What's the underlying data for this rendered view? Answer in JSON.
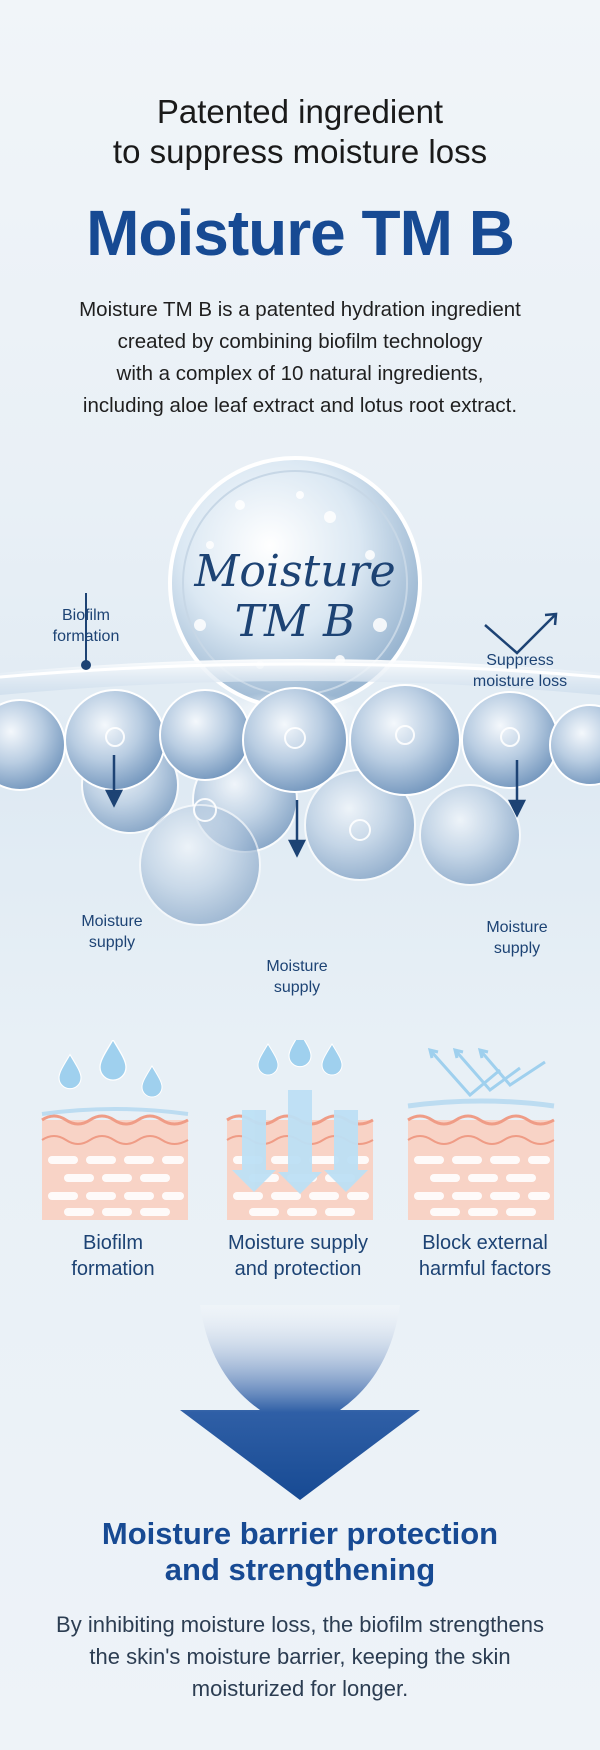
{
  "header": {
    "subtitle_line1": "Patented ingredient",
    "subtitle_line2": "to suppress moisture loss",
    "title": "Moisture TM B"
  },
  "description": [
    "Moisture TM B is a patented hydration ingredient",
    "created by combining biofilm technology",
    "with a complex of 10 natural ingredients,",
    "including aloe leaf extract and lotus root extract."
  ],
  "illustration": {
    "bubble_line1": "Moisture",
    "bubble_line2": "TM B",
    "biofilm_label_1": "Biofilm",
    "biofilm_label_2": "formation",
    "suppress_label_1": "Suppress",
    "suppress_label_2": "moisture loss",
    "supply_left_1": "Moisture",
    "supply_left_2": "supply",
    "supply_mid_1": "Moisture",
    "supply_mid_2": "supply",
    "supply_right_1": "Moisture",
    "supply_right_2": "supply"
  },
  "features": [
    {
      "line1": "Biofilm",
      "line2": "formation",
      "icon": "skin-droplets-icon"
    },
    {
      "line1": "Moisture supply",
      "line2": "and protection",
      "icon": "skin-arrows-icon"
    },
    {
      "line1": "Block external",
      "line2": "harmful factors",
      "icon": "skin-shield-icon"
    }
  ],
  "barrier": {
    "title_line1": "Moisture barrier protection",
    "title_line2": "and strengthening",
    "desc": [
      "By inhibiting moisture loss, the biofilm strengthens",
      "the skin's moisture barrier, keeping the skin",
      "moisturized for longer."
    ]
  },
  "colors": {
    "accent_navy": "#174a93",
    "label_navy": "#1d4374",
    "skin_pink": "#f7cbbd",
    "water_blue": "#9fd0ee"
  }
}
